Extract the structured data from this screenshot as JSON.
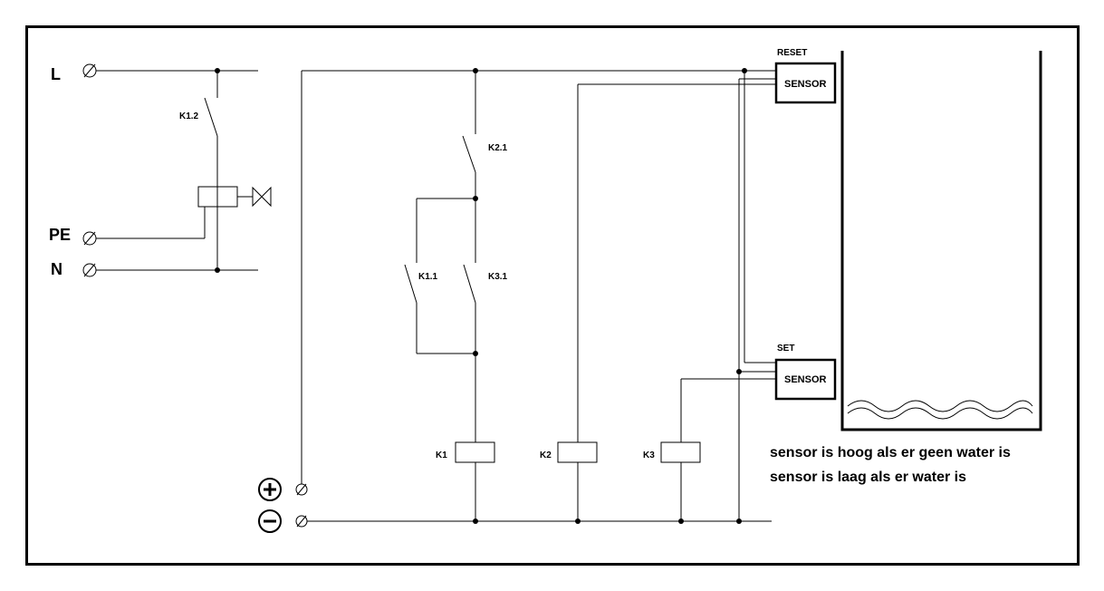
{
  "terminals": {
    "L": "L",
    "PE": "PE",
    "N": "N",
    "plus": "+",
    "minus": "−"
  },
  "contacts": {
    "k1_2": "K1.2",
    "k2_1": "K2.1",
    "k1_1": "K1.1",
    "k3_1": "K3.1"
  },
  "coils": {
    "k1": "K1",
    "k2": "K2",
    "k3": "K3"
  },
  "sensors": {
    "reset_label": "RESET",
    "reset_box": "SENSOR",
    "set_label": "SET",
    "set_box": "SENSOR"
  },
  "notes": {
    "line1": "sensor is hoog als er geen water is",
    "line2": "sensor is laag als er water is"
  }
}
